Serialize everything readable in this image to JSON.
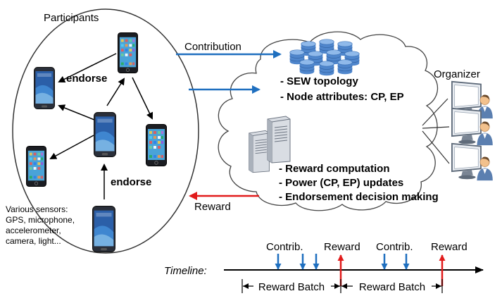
{
  "participants": {
    "title": "Participants",
    "endorse_top": "endorse",
    "endorse_bottom": "endorse",
    "sensors_lines": [
      "Various sensors:",
      "GPS, microphone,",
      "accelerometer,",
      "camera, light..."
    ]
  },
  "flows": {
    "contribution": "Contribution",
    "reward": "Reward"
  },
  "cloud": {
    "upper_lines": [
      "- SEW topology",
      "- Node attributes: CP, EP"
    ],
    "lower_lines": [
      "- Reward computation",
      "- Power (CP, EP) updates",
      "- Endorsement decision making"
    ]
  },
  "organizer": {
    "title": "Organizer"
  },
  "timeline": {
    "label": "Timeline:",
    "event_labels": [
      "Contrib.",
      "Reward",
      "Contrib.",
      "Reward"
    ],
    "batch_labels": [
      "Reward Batch",
      "Reward Batch"
    ]
  },
  "colors": {
    "contribution_arrow": "#1f6fbf",
    "reward_arrow": "#e11b1b",
    "cloud_fill": "#ffffff",
    "cloud_stroke": "#444444",
    "database": "#5a8fd0",
    "monitor": "#5f6b7a",
    "person": "#f2c18d"
  },
  "icons": [
    "smartphone-icon",
    "database-icon",
    "server-icon",
    "computer-user-icon"
  ]
}
